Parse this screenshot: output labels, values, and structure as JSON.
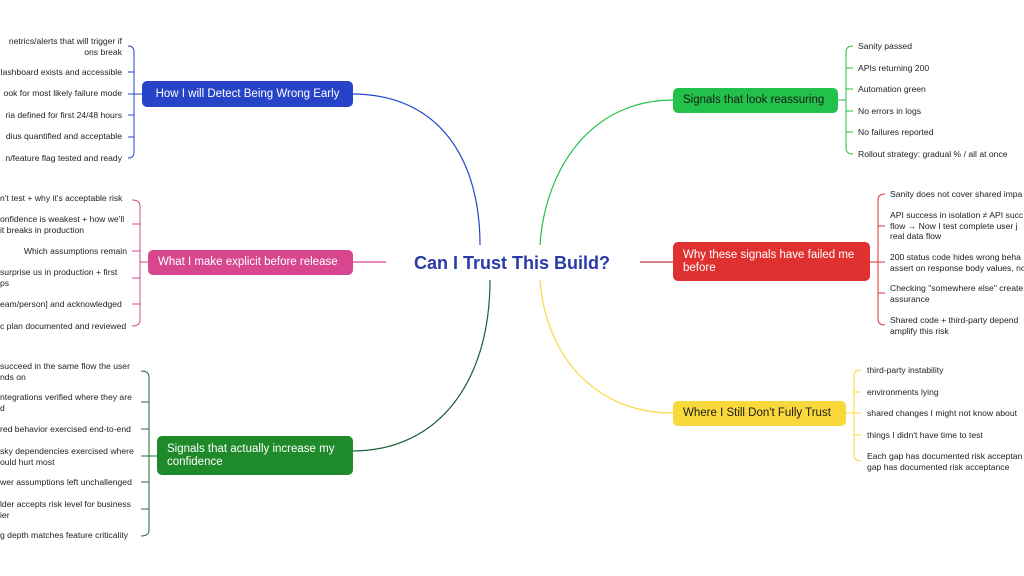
{
  "title": "Can I Trust This Build?",
  "colors": {
    "title": "#2a3aa8",
    "blue": "#2744c9",
    "pink": "#d8468f",
    "dgreen": "#1f8a2a",
    "lgreen": "#22c24a",
    "red": "#e03131",
    "yellow": "#f8d83a"
  },
  "branches": {
    "detect": {
      "label": "How I will Detect Being Wrong Early",
      "leaves": [
        "netrics/alerts that will trigger if\nons break",
        "lashboard exists and accessible",
        "ook for most likely failure mode",
        "ria defined for first 24/48 hours",
        "dius quantified and acceptable",
        "n/feature flag tested and ready"
      ]
    },
    "explicit": {
      "label": "What I make explicit before release",
      "leaves": [
        "n't test + why it's acceptable risk",
        "onfidence is weakest + how we'll\nit breaks in production",
        "Which assumptions remain",
        "surprise us in production + first\nps",
        "eam/person] and acknowledged",
        "c plan documented and reviewed"
      ]
    },
    "increase": {
      "label": "Signals that actually increase my confidence",
      "leaves": [
        "succeed in the same flow the user\nnds on",
        "ntegrations verified where they are\nd",
        "red behavior exercised end-to-end",
        "sky dependencies exercised where\nould hurt most",
        "wer assumptions left unchallenged",
        "lder accepts risk level for business\nier",
        "g depth matches feature criticality"
      ]
    },
    "reassuring": {
      "label": "Signals that look reassuring",
      "leaves": [
        "Sanity passed",
        "APIs returning 200",
        "Automation green",
        "No errors in logs",
        "No failures reported",
        "Rollout strategy: gradual % / all at once"
      ]
    },
    "failed": {
      "label": "Why these signals have failed me before",
      "leaves": [
        "Sanity does not cover shared impa",
        "API success in isolation ≠ API succ\nflow → Now I test complete user j\nreal data flow",
        "200 status code hides wrong beha\nassert on response body values, no",
        "Checking \"somewhere else\" create\nassurance",
        "Shared code + third-party depend\namplify this risk"
      ]
    },
    "trust": {
      "label": "Where I Still Don't Fully Trust",
      "leaves": [
        "third-party instability",
        "environments lying",
        "shared changes I might not know about",
        "things I didn't have time to test",
        "Each gap has documented risk acceptan\ngap has documented risk acceptance"
      ]
    }
  }
}
